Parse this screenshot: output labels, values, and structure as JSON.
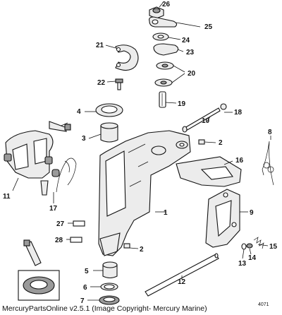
{
  "diagram": {
    "labels": {
      "p1": "1",
      "p2a": "2",
      "p2b": "2",
      "p3": "3",
      "p4": "4",
      "p5": "5",
      "p6": "6",
      "p7": "7",
      "p8": "8",
      "p9": "9",
      "p10": "10",
      "p11": "11",
      "p12": "12",
      "p13": "13",
      "p14": "14",
      "p15": "15",
      "p16": "16",
      "p17": "17",
      "p18": "18",
      "p19": "19",
      "p20": "20",
      "p21": "21",
      "p22": "22",
      "p23": "23",
      "p24": "24",
      "p25": "25",
      "p26": "26",
      "p27": "27",
      "p28": "28"
    },
    "drawing_number": "4071",
    "footer": "MercuryPartsOnline v2.5.1 (Image Copyright- Mercury Marine)"
  }
}
